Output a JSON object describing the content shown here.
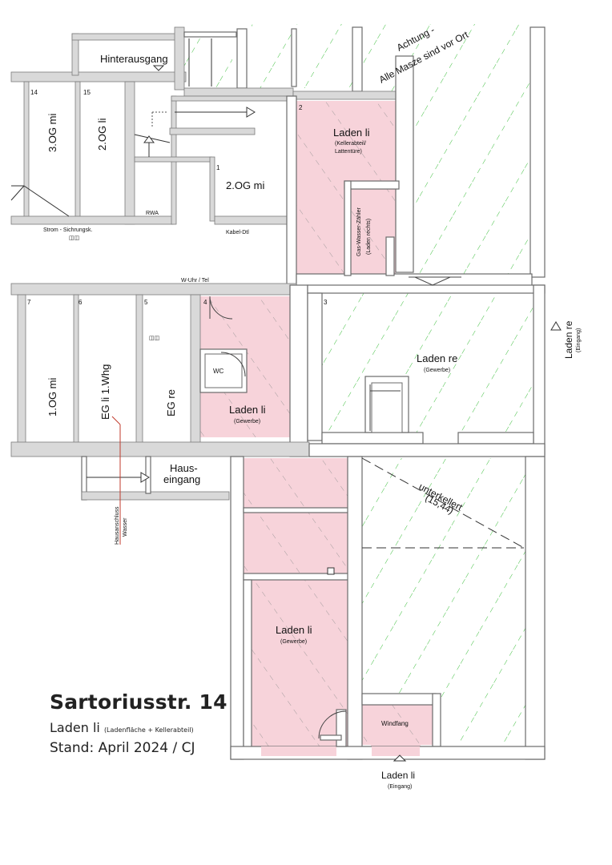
{
  "labels": {
    "hinterausgang": "Hinterausgang",
    "warning_1": "Achtung -",
    "warning_2": "Alle Masze sind vor Ort",
    "room_14": "14",
    "room_15": "15",
    "og3_mi": "3.OG mi",
    "og2_li": "2.OG li",
    "room_1": "1",
    "og2_mi": "2.OG mi",
    "rwa": "RWA",
    "strom": "Strom - Sichrungsk.",
    "kabel": "Kabel-Dtl",
    "room_2": "2",
    "laden_li_top": "Laden li",
    "kellerabteil_1": "(Kellerabteil/",
    "kellerabteil_2": "Lattentüre)",
    "gas_1": "Gas-Wasser-Zähler",
    "gas_2": "(Laden rechts)",
    "wuhr": "W-Uhr / Tel",
    "room_7": "7",
    "room_6": "6",
    "room_5": "5",
    "room_4": "4",
    "room_3": "3",
    "og1_mi": "1.OG mi",
    "eg_li": "EG li 1.Whg",
    "eg_re": "EG re",
    "wc": "WC",
    "laden_li_mid": "Laden li",
    "gewerbe_mid": "(Gewerbe)",
    "laden_re": "Laden re",
    "gewerbe_re": "(Gewerbe)",
    "laden_re_side": "Laden re",
    "eingang_side": "(Eingang)",
    "haus_1": "Haus-",
    "haus_2": "eingang",
    "hausanschluss_1": "Hausanschluss",
    "hausanschluss_2": "Wasser",
    "unterkellert_1": "unterkellert",
    "unterkellert_2": "(15,44)",
    "laden_li_low": "Laden li",
    "gewerbe_low": "(Gewerbe)",
    "windfang": "Windfang",
    "laden_li_bottom": "Laden li",
    "eingang_bottom": "(Eingang)"
  },
  "title_block": {
    "address": "Sartoriusstr. 14",
    "unit": "Laden li",
    "unit_note": "(Ladenfläche + Kellerabteil)",
    "stand": "Stand: April 2024 / CJ"
  },
  "colors": {
    "highlight_fill": "#f7d3da",
    "hatch_pink": "#8f8f8f",
    "hatch_green": "#3fbf3f",
    "access_line": "#c0392b"
  }
}
